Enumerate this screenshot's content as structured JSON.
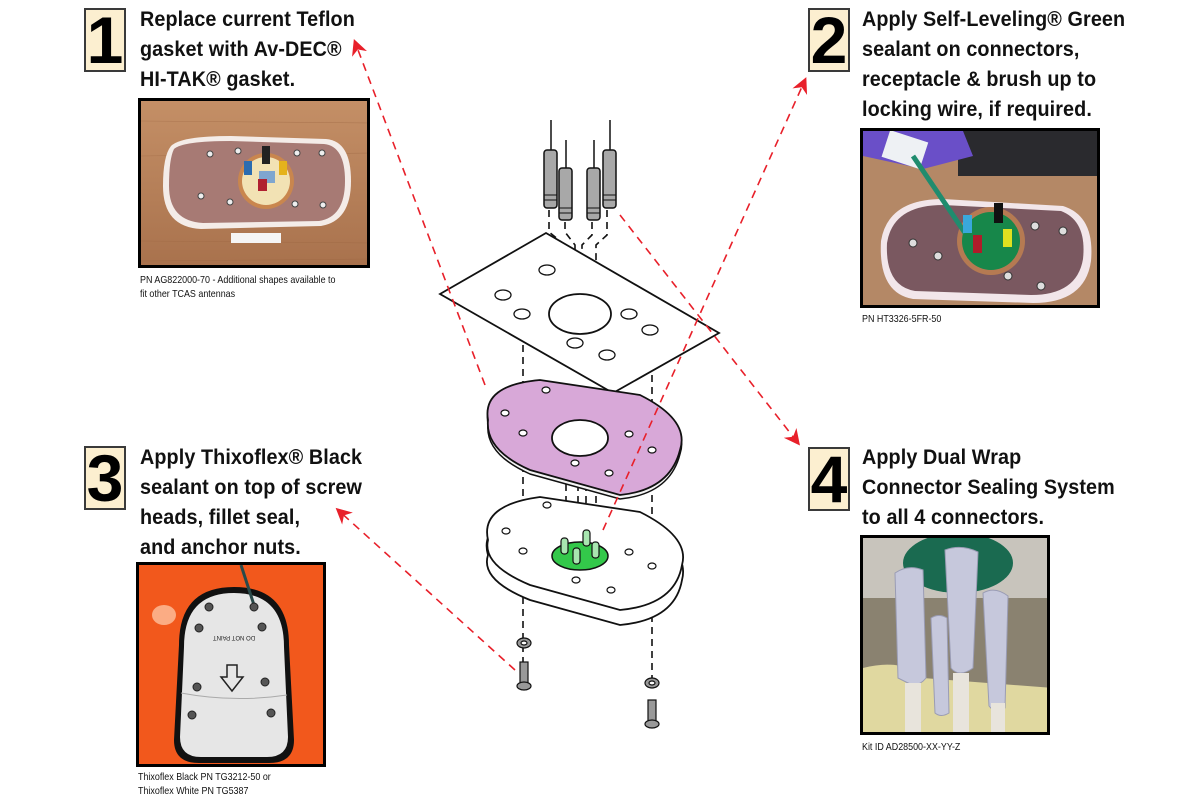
{
  "steps": [
    {
      "number": "1",
      "lines": [
        "Replace current Teflon",
        "gasket with Av-DEC®",
        "HI-TAK® gasket."
      ],
      "caption": [
        "PN AG822000-70 - Additional shapes available to",
        "fit other TCAS antennas"
      ],
      "photo": "gasket-on-antenna-base"
    },
    {
      "number": "2",
      "lines": [
        "Apply Self-Leveling® Green",
        "sealant on connectors,",
        "receptacle & brush up to",
        "locking wire, if required."
      ],
      "caption": [
        "PN HT3326-5FR-50"
      ],
      "photo": "applying-green-sealant"
    },
    {
      "number": "3",
      "lines": [
        "Apply Thixoflex® Black",
        "sealant on top of screw",
        "heads, fillet seal,",
        "and anchor nuts."
      ],
      "caption": [
        "Thixoflex Black PN TG3212-50 or",
        "Thixoflex White PN TG5387"
      ],
      "photo": "antenna-on-orange-aircraft-skin"
    },
    {
      "number": "4",
      "lines": [
        "Apply Dual Wrap",
        "Connector Sealing System",
        "to all 4 connectors."
      ],
      "caption": [
        "Kit ID AD28500-XX-YY-Z"
      ],
      "photo": "wrapped-connectors"
    }
  ],
  "photo3_label": "DO NOT PAINT",
  "colors": {
    "number_box_bg": "#fcefd0",
    "leader_arrow": "#e8202a",
    "gasket_fill": "#d8a8d8",
    "receptacle_fill": "#33c84a",
    "connector_fill": "#a8a8a8"
  }
}
